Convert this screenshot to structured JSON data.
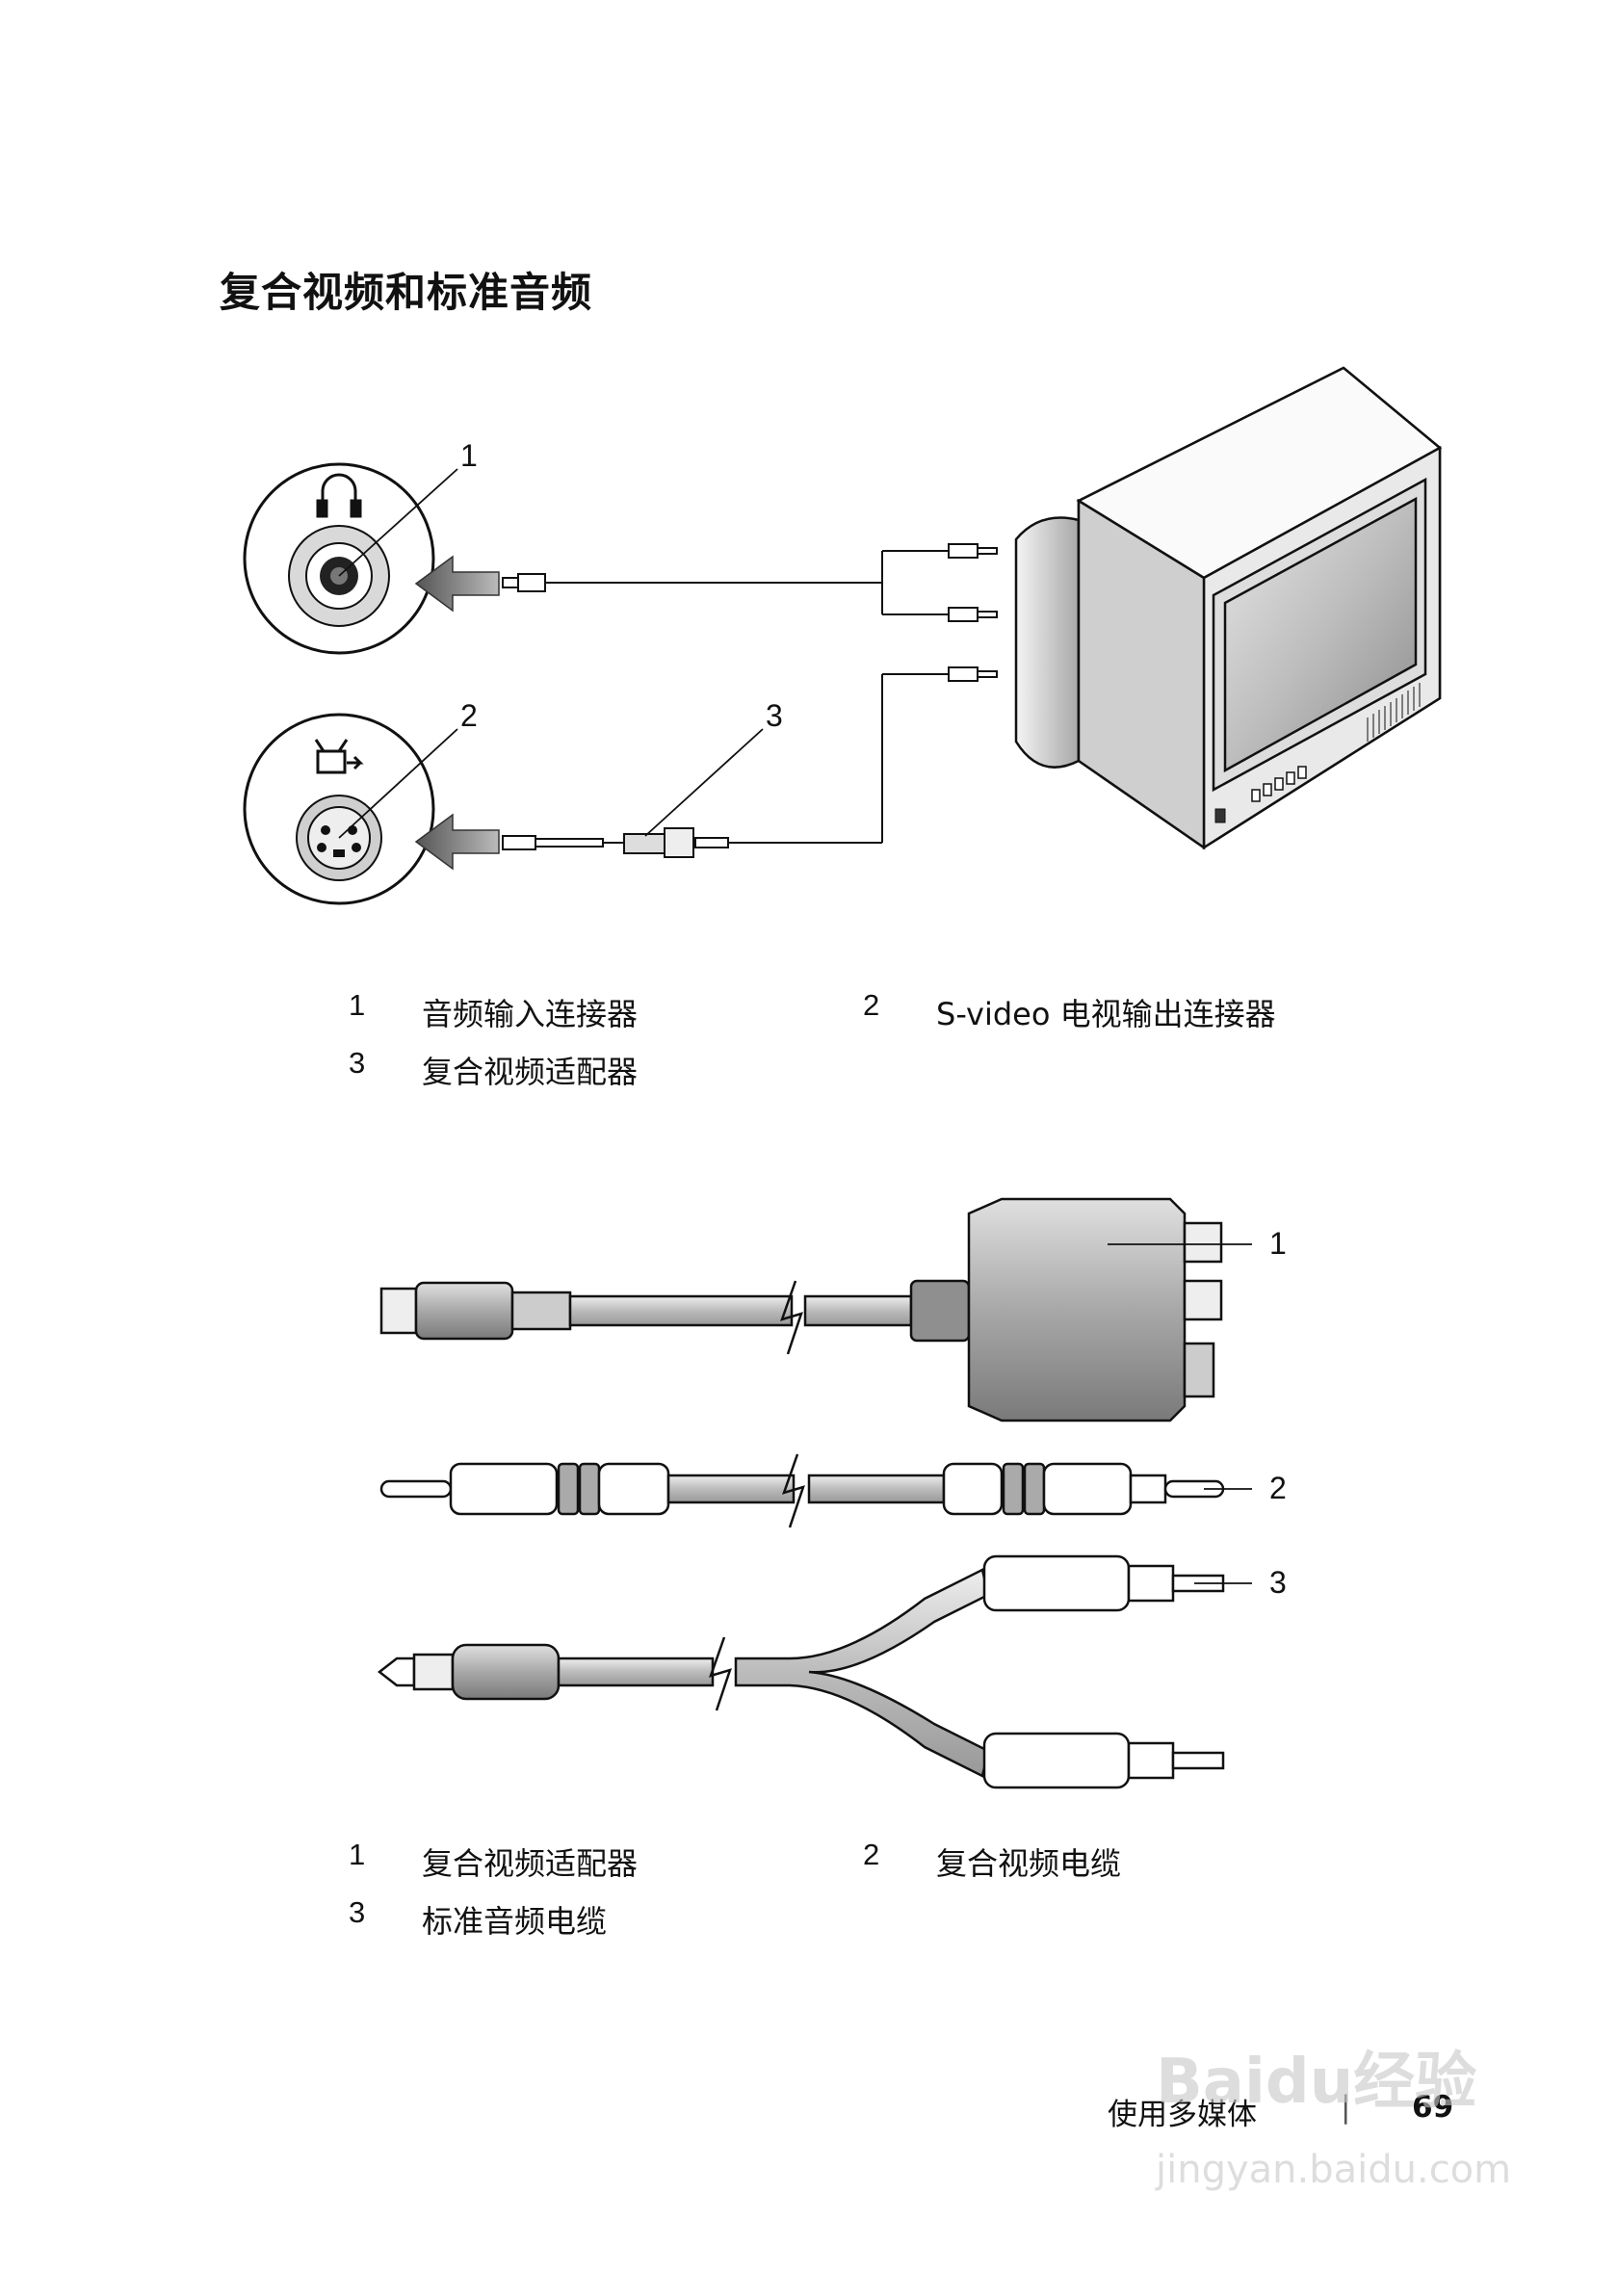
{
  "section_title": "复合视频和标准音频",
  "figure1": {
    "callouts": [
      "1",
      "2",
      "3"
    ],
    "legend": [
      {
        "num": "1",
        "text": "音频输入连接器"
      },
      {
        "num": "2",
        "text": "S-video 电视输出连接器"
      },
      {
        "num": "3",
        "text": "复合视频适配器"
      }
    ],
    "icons": [
      "headphone-icon",
      "tv-out-icon"
    ]
  },
  "figure2": {
    "callouts": [
      "1",
      "2",
      "3"
    ],
    "legend": [
      {
        "num": "1",
        "text": "复合视频适配器"
      },
      {
        "num": "2",
        "text": "复合视频电缆"
      },
      {
        "num": "3",
        "text": "标准音频电缆"
      }
    ]
  },
  "footer": {
    "chapter": "使用多媒体",
    "separator": "|",
    "page_number": "69"
  },
  "watermark": {
    "logo": "Baidu经验",
    "url": "jingyan.baidu.com"
  }
}
